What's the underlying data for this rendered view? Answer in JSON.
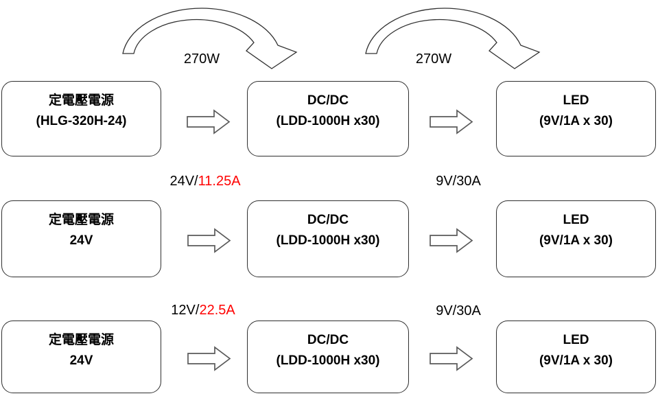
{
  "diagram": {
    "description": "LED power supply flow diagram, 3 scenarios",
    "colors": {
      "highlight_red": "#ff0000",
      "text": "#000000",
      "box_border": "#2e2e2e",
      "small_arrow_outline": "#595959"
    },
    "rows": [
      {
        "left_label": {
          "black": "270W",
          "red": ""
        },
        "right_label": {
          "black": "270W",
          "red": ""
        },
        "boxes": [
          {
            "line1": "定電壓電源",
            "line2": "(HLG-320H-24)"
          },
          {
            "line1": "DC/DC",
            "line2": "(LDD-1000H x30)"
          },
          {
            "line1": "LED",
            "line2": "(9V/1A x 30)"
          }
        ]
      },
      {
        "left_label": {
          "black": "24V/",
          "red": "11.25A"
        },
        "right_label": {
          "black": "9V/30A",
          "red": ""
        },
        "boxes": [
          {
            "line1": "定電壓電源",
            "line2": "24V"
          },
          {
            "line1": "DC/DC",
            "line2": "(LDD-1000H x30)"
          },
          {
            "line1": "LED",
            "line2": "(9V/1A x 30)"
          }
        ]
      },
      {
        "left_label": {
          "black": "12V/",
          "red": "22.5A"
        },
        "right_label": {
          "black": "9V/30A",
          "red": ""
        },
        "boxes": [
          {
            "line1": "定電壓電源",
            "line2": "24V"
          },
          {
            "line1": "DC/DC",
            "line2": "(LDD-1000H x30)"
          },
          {
            "line1": "LED",
            "line2": "(9V/1A x 30)"
          }
        ]
      }
    ]
  }
}
